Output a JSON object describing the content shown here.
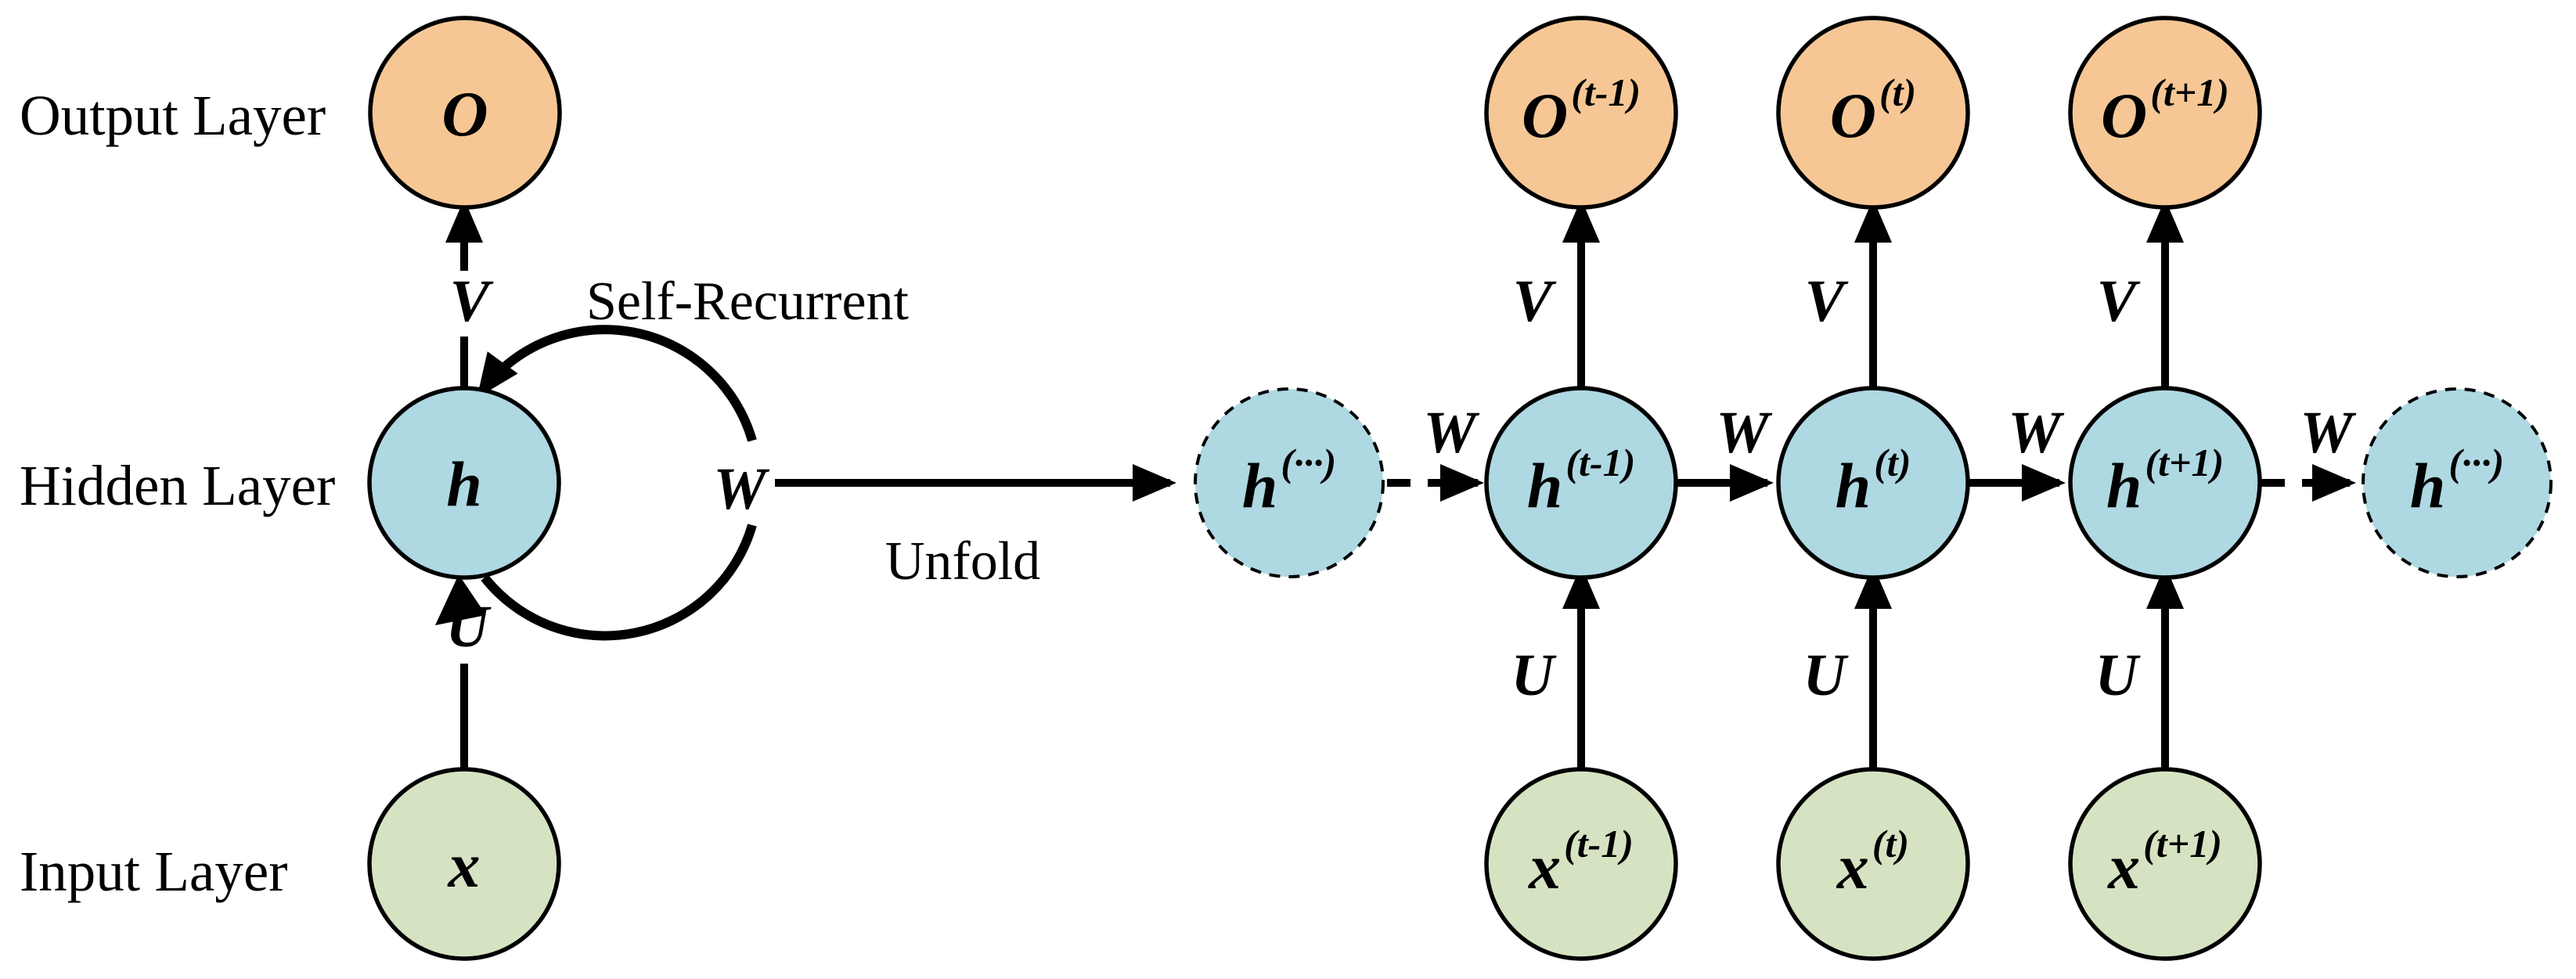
{
  "diagram": {
    "colors": {
      "output_fill": "#F6C795",
      "hidden_fill": "#AED8E2",
      "input_fill": "#D6E3C2",
      "line": "#000000"
    },
    "folded": {
      "output_layer_label": "Output Layer",
      "hidden_layer_label": "Hidden Layer",
      "input_layer_label": "Input Layer",
      "output_node": {
        "base": "O"
      },
      "hidden_node": {
        "base": "h"
      },
      "input_node": {
        "base": "x"
      },
      "v_label": "V",
      "u_label": "U",
      "w_label": "W",
      "self_recurrent_label": "Self-Recurrent",
      "unfold_label": "Unfold"
    },
    "unfolded": {
      "ghost_left": {
        "base": "h",
        "sup": "(···)"
      },
      "ghost_right": {
        "base": "h",
        "sup": "(···)"
      },
      "w_labels": [
        "W",
        "W",
        "W",
        "W"
      ],
      "columns": [
        {
          "output": {
            "base": "O",
            "sup": "(t-1)"
          },
          "hidden": {
            "base": "h",
            "sup": "(t-1)"
          },
          "input": {
            "base": "x",
            "sup": "(t-1)"
          },
          "v_label": "V",
          "u_label": "U"
        },
        {
          "output": {
            "base": "O",
            "sup": "(t)"
          },
          "hidden": {
            "base": "h",
            "sup": "(t)"
          },
          "input": {
            "base": "x",
            "sup": "(t)"
          },
          "v_label": "V",
          "u_label": "U"
        },
        {
          "output": {
            "base": "O",
            "sup": "(t+1)"
          },
          "hidden": {
            "base": "h",
            "sup": "(t+1)"
          },
          "input": {
            "base": "x",
            "sup": "(t+1)"
          },
          "v_label": "V",
          "u_label": "U"
        }
      ]
    }
  }
}
